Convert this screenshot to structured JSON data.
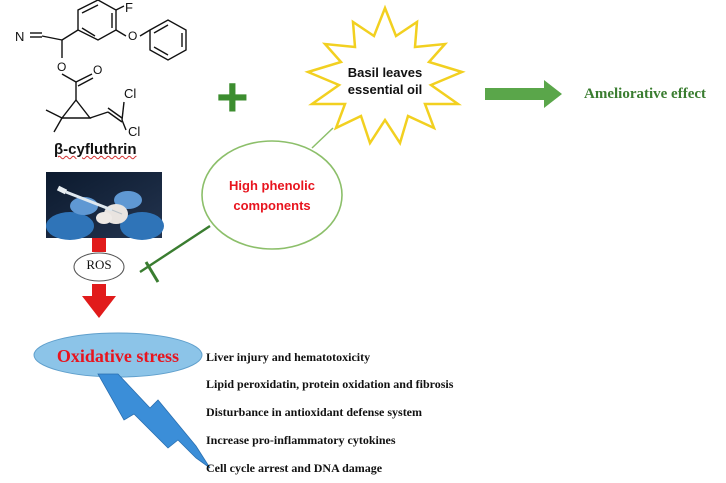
{
  "compound": {
    "name": "β-cyfluthrin",
    "atoms": {
      "fluorine": "F",
      "nitrile": "N",
      "ester_o1": "O",
      "ester_o2": "O",
      "ether_o": "O",
      "cl1": "Cl",
      "cl2": "Cl"
    }
  },
  "plus_sign": "+",
  "basil": {
    "label": "Basil leaves essential oil"
  },
  "effect": {
    "label": "Ameliorative effect"
  },
  "phenolic": {
    "label": "High phenolic components"
  },
  "ros": {
    "label": "ROS"
  },
  "oxidative_stress": {
    "label": "Oxidative stress"
  },
  "effects_list": [
    "Liver injury and hematotoxicity",
    "Lipid peroxidatin, protein oxidation and fibrosis",
    "Disturbance in antioxidant defense system",
    "Increase pro-inflammatory cytokines",
    "Cell cycle arrest and DNA damage"
  ],
  "colors": {
    "plus": "#3c8d2f",
    "starburst_stroke": "#f2d020",
    "green_arrow": "#5aa64a",
    "ellipse_stroke": "#8cbf6a",
    "inhibit_line": "#3a7d30",
    "red_arrow": "#e11b1b",
    "oxidative_fill": "#8cc4e8",
    "lightning": "#3b8ed8",
    "phenolic_text": "#e8141e"
  },
  "photo_icon": "lab-mouse-injection-photo"
}
